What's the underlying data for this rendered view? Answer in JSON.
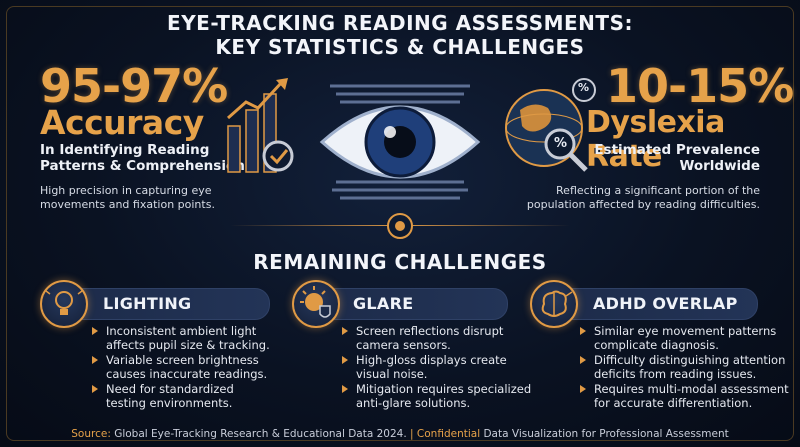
{
  "title": {
    "line1": "EYE-TRACKING READING ASSESSMENTS:",
    "line2": "KEY STATISTICS & CHALLENGES"
  },
  "left_stat": {
    "value": "95-97%",
    "label": "Accuracy",
    "desc_line1": "In Identifying Reading",
    "desc_line2": "Patterns & Comprehension",
    "note_line1": "High precision in capturing eye",
    "note_line2": "movements and fixation points."
  },
  "right_stat": {
    "value": "10-15%",
    "label": "Dyslexia Rate",
    "desc_line1": "Estimated Prevalence",
    "desc_line2": "Worldwide",
    "note_line1": "Reflecting a significant portion of the",
    "note_line2": "population affected by reading difficulties."
  },
  "globe_badges": [
    "%",
    "%"
  ],
  "section_title": "REMAINING CHALLENGES",
  "cards": [
    {
      "title": "LIGHTING",
      "icon": "lightbulb-icon",
      "bullets": [
        [
          "Inconsistent ambient light",
          "affects pupil size & tracking."
        ],
        [
          "Variable screen brightness",
          "causes inaccurate readings."
        ],
        [
          "Need for standardized",
          "testing environments."
        ]
      ]
    },
    {
      "title": "GLARE",
      "icon": "sun-shield-icon",
      "bullets": [
        [
          "Screen reflections disrupt",
          "camera sensors."
        ],
        [
          "High-gloss displays create",
          "visual noise."
        ],
        [
          "Mitigation requires specialized",
          "anti-glare solutions."
        ]
      ]
    },
    {
      "title": "ADHD OVERLAP",
      "icon": "brain-icon",
      "bullets": [
        [
          "Similar eye movement patterns",
          "complicate diagnosis."
        ],
        [
          "Difficulty distinguishing attention",
          "deficits from reading issues."
        ],
        [
          "Requires multi-modal assessment",
          "for accurate differentiation."
        ]
      ]
    }
  ],
  "footer": {
    "source_label": "Source:",
    "source_text": "Global Eye-Tracking Research & Educational Data 2024.",
    "sep": "|",
    "conf_label": "Confidential",
    "conf_text": "Data Visualization for Professional Assessment"
  },
  "colors": {
    "accent": "#e09a45",
    "background": "#0a1222",
    "card": "#1c2a48"
  }
}
